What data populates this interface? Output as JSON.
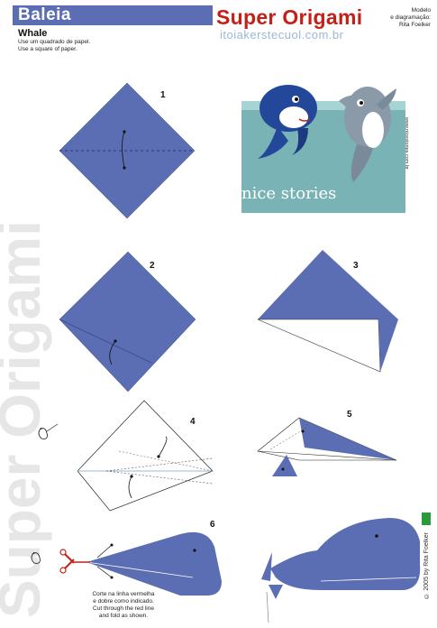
{
  "header": {
    "title": "Baleia",
    "subtitle": "Whale",
    "intro_line1": "Use um quadrado de papel.",
    "intro_line2": "Use a square of paper.",
    "brand": "Super Origami",
    "site": "itoiakerstecuol.com.br",
    "credits_line1": "Modelo",
    "credits_line2": "e diagramação:",
    "credits_line3": "Rita Foelker"
  },
  "watermark": {
    "text": "Super Origami"
  },
  "photo": {
    "caption": "nice stories",
    "side_text": "www.nicestories.com.br"
  },
  "steps": [
    {
      "number": "1"
    },
    {
      "number": "2"
    },
    {
      "number": "3"
    },
    {
      "number": "4"
    },
    {
      "number": "5"
    },
    {
      "number": "6"
    }
  ],
  "notes": {
    "cut_line1": "Corte na linha vermelha",
    "cut_line2": "e dobre como indicado.",
    "cut_line3": "Cut through the red line",
    "cut_line4": "and fold as shown."
  },
  "footer": {
    "copyright": "© 2005 by Rita Foelker"
  },
  "colors": {
    "paper_blue": "#5b6db3",
    "brand_red": "#c42018",
    "watermark_gray": "#e6e6e6",
    "sea_teal": "#79b3b5",
    "flag_green": "#2c9a3b"
  }
}
